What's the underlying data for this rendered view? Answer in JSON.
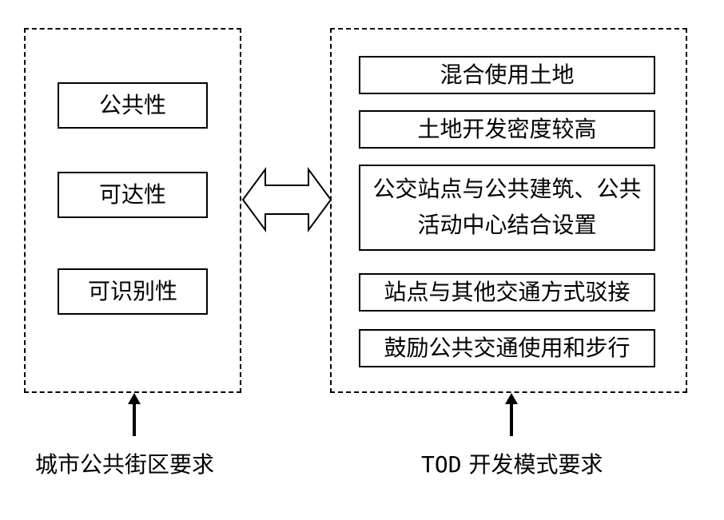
{
  "left_panel": {
    "items": [
      {
        "label": "公共性"
      },
      {
        "label": "可达性"
      },
      {
        "label": "可识别性"
      }
    ],
    "caption": "城市公共街区要求"
  },
  "right_panel": {
    "items": [
      {
        "label": "混合使用土地"
      },
      {
        "label": "土地开发密度较高"
      },
      {
        "line1": "公交站点与公共建筑、公共",
        "line2": "活动中心结合设置"
      },
      {
        "label": "站点与其他交通方式驳接"
      },
      {
        "label": "鼓励公共交通使用和步行"
      }
    ],
    "caption_prefix": "TOD",
    "caption_suffix": " 开发模式要求"
  },
  "connector": {
    "icon": "double-headed-arrow-icon"
  },
  "colors": {
    "stroke": "#000000",
    "background": "#ffffff"
  }
}
